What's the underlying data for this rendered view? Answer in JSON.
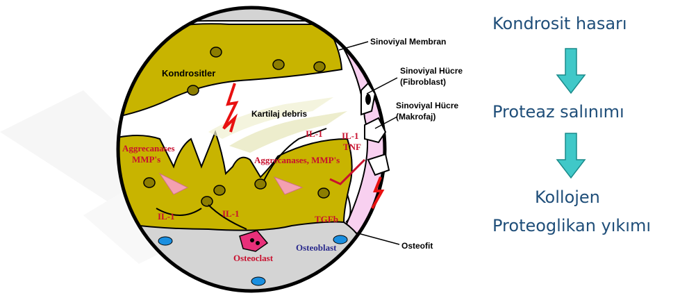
{
  "diagram": {
    "labels": {
      "kondrositler": "Kondrositler",
      "sinoviyal_membran": "Sinoviyal Membran",
      "sinoviyal_hucre_fibroblast_1": "Sinoviyal Hücre",
      "sinoviyal_hucre_fibroblast_2": "(Fibroblast)",
      "sinoviyal_hucre_makrofaj_1": "Sinoviyal Hücre",
      "sinoviyal_hucre_makrofaj_2": "(Makrofaj)",
      "kartilaj_debris": "Kartilaj debris",
      "il1_top": "IL-1",
      "il1_right": "IL-1",
      "tnf": "TNF",
      "aggrecanases_left": "Aggrecanases",
      "mmps_left": "MMP's",
      "aggrecanases_mmps_right": "Aggrecanases, MMP's",
      "il1_bottom_left": "IL-1",
      "il1_bottom_mid": "IL-1",
      "tgfb": "TGFb",
      "osteoclast": "Osteoclast",
      "osteoblast": "Osteoblast",
      "osteofit": "Osteofit"
    },
    "colors": {
      "cartilage": "#c8b400",
      "cartilage_dark": "#8c7d00",
      "bone": "#d4d4d4",
      "synovium": "#f8d0f0",
      "synovium_edge": "#d080c0",
      "outline": "#000000",
      "label_red": "#c8102e",
      "label_blue": "#2a2a8c",
      "osteoclast": "#e8307a",
      "osteoblast": "#1a8fe0",
      "pink_arrow": "#f4a0b0",
      "lightning": "#e81010"
    }
  },
  "flow": {
    "step1": "Kondrosit hasarı",
    "step2": "Proteaz salınımı",
    "step3_line1": "Kollojen",
    "step3_line2": "Proteoglikan yıkımı",
    "arrow_color": "#40c8c8",
    "arrow_edge": "#1a8a8a",
    "text_color": "#1f4e79"
  }
}
